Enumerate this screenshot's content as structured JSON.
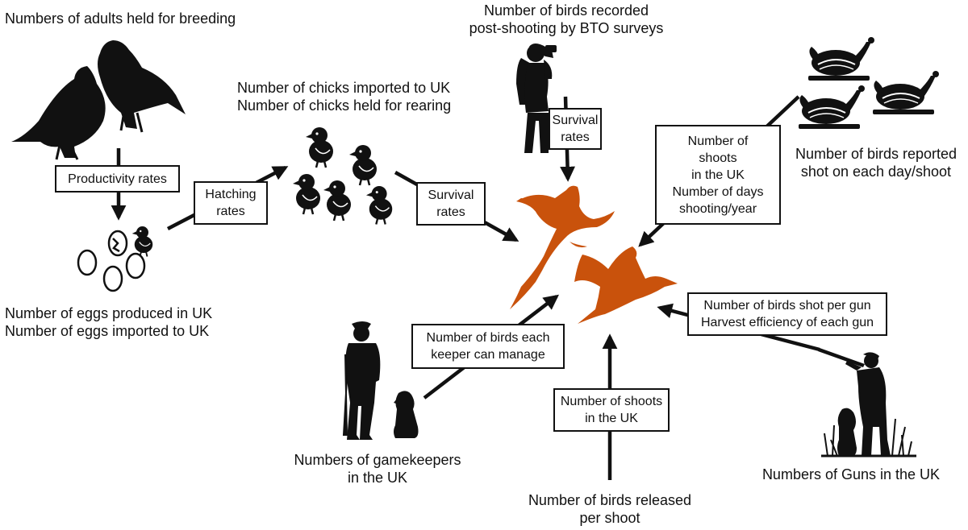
{
  "labels": {
    "adults": "Numbers of adults held for breeding",
    "eggs": [
      "Number of eggs produced in UK",
      "Number of eggs imported to UK"
    ],
    "chicks": [
      "Number of chicks imported to UK",
      "Number of chicks held for rearing"
    ],
    "bto": [
      "Number of birds recorded",
      "post-shooting by BTO surveys"
    ],
    "reported": [
      "Number of birds reported",
      "shot on each day/shoot"
    ],
    "gamekeepers": [
      "Numbers of gamekeepers",
      "in the UK"
    ],
    "released": [
      "Number of birds released",
      "per shoot"
    ],
    "guns": "Numbers of Guns in the UK"
  },
  "boxes": {
    "productivity": "Productivity rates",
    "hatching": [
      "Hatching",
      "rates"
    ],
    "survival_chicks": [
      "Survival",
      "rates"
    ],
    "survival_bto": [
      "Survival",
      "rates"
    ],
    "shoots": [
      "Number of",
      "shoots",
      "in the UK",
      "Number of days",
      "shooting/year"
    ],
    "per_gun": [
      "Number of birds shot per gun",
      "Harvest efficiency of each gun"
    ],
    "keeper": [
      "Number of birds each",
      "keeper can manage"
    ],
    "shoots_uk": [
      "Number of shoots",
      "in the UK"
    ]
  },
  "colors": {
    "ink": "#111111",
    "pheasant": "#c9520c",
    "box_border": "#111111"
  },
  "icons": [
    "partridge-icon",
    "egg-icon",
    "chick-icon",
    "birdwatcher-icon",
    "roast-bird-icon",
    "pheasant-icon",
    "gamekeeper-icon",
    "dog-icon",
    "shooter-icon",
    "grass-icon"
  ]
}
